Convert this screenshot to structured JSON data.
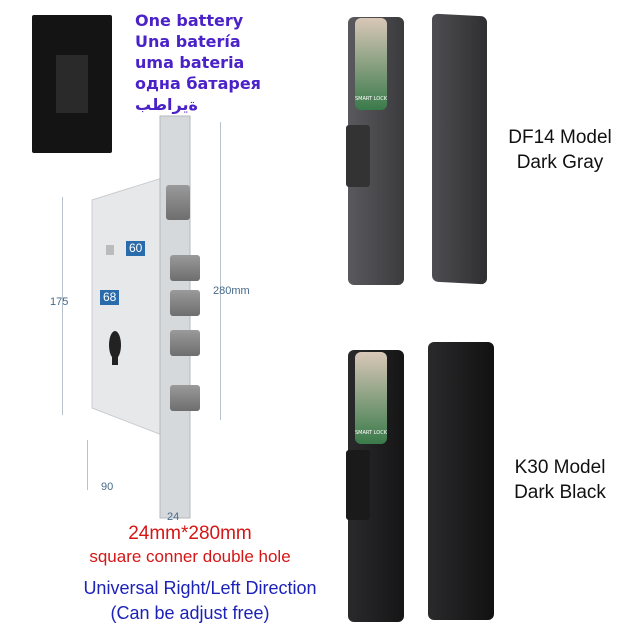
{
  "battery_text": [
    "One battery",
    "Una batería",
    "uma bateria",
    "одна батарея",
    "ةيراطب"
  ],
  "dimensions": {
    "d60": "60",
    "d68": "68",
    "d175": "175",
    "d280": "280mm",
    "d90": "90",
    "d24": "24"
  },
  "spec_line1": "24mm*280mm",
  "spec_line2": "square conner double hole",
  "direction_line1": "Universal Right/Left Direction",
  "direction_line2": "(Can be adjust free)",
  "models": [
    {
      "name": "DF14 Model",
      "color": "Dark Gray"
    },
    {
      "name": "K30 Model",
      "color": "Dark Black"
    }
  ],
  "screen_label": "SMART LOCK",
  "colors": {
    "battery_text": "#4a22c8",
    "spec": "#d41616",
    "direction": "#1c22b8",
    "tag": "#2a6cab"
  }
}
